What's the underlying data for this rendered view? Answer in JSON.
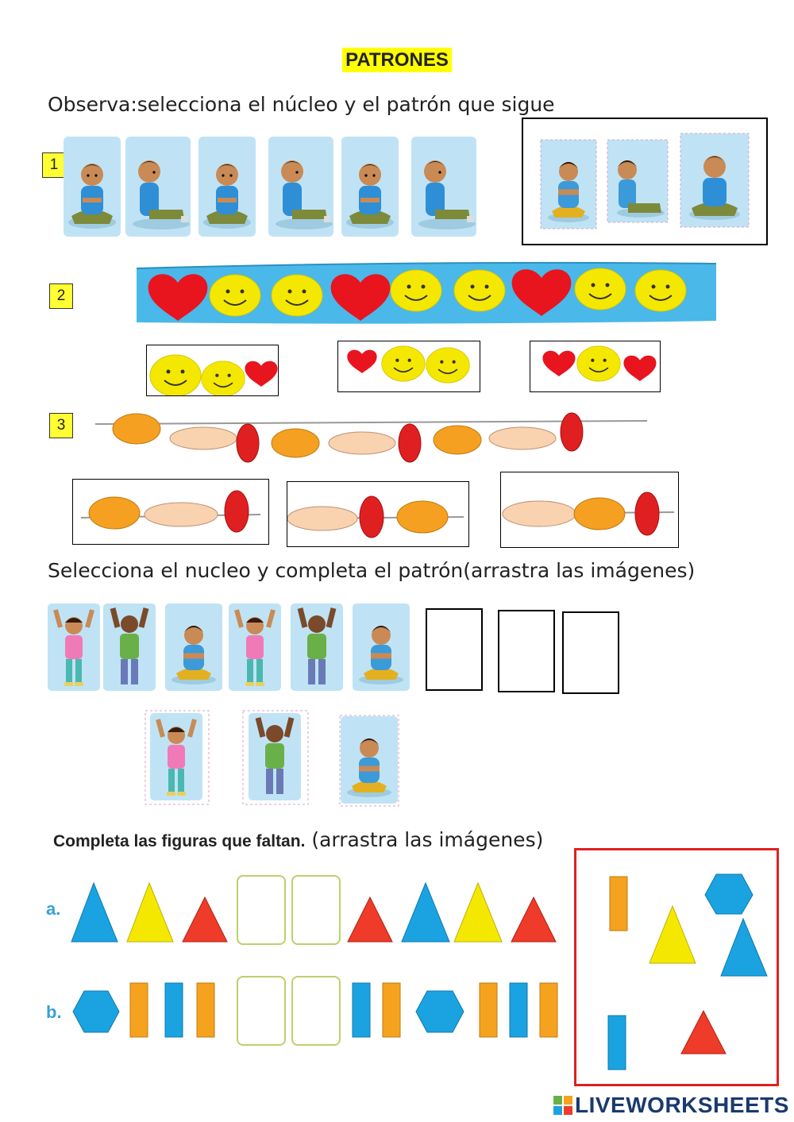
{
  "title": "PATRONES",
  "section1": {
    "instruction": "Observa:selecciona el núcleo  y el patrón que sigue",
    "q1_label": "1",
    "q2_label": "2",
    "q3_label": "3"
  },
  "section2": {
    "instruction": "Selecciona el nucleo y completa el patrón(arrastra las imágenes)"
  },
  "section3": {
    "instruction_bold": "Completa las figuras que faltan.",
    "instruction_rest": " (arrastra las imágenes)",
    "row_a": "a.",
    "row_b": "b."
  },
  "footer": {
    "logo_text": "LIVEWORKSHEETS"
  },
  "colors": {
    "card_blue": "#bfe3f5",
    "heart_red": "#e8141e",
    "smiley_yellow": "#f5e800",
    "orange_bead": "#f5a020",
    "peach_bead": "#f9d2b0",
    "red_bead": "#e02020",
    "triangle_blue": "#1aa3e0",
    "triangle_yellow": "#f5e800",
    "triangle_red": "#ef3b2a",
    "rect_orange": "#f5a21f",
    "palette_border": "#e02020"
  }
}
